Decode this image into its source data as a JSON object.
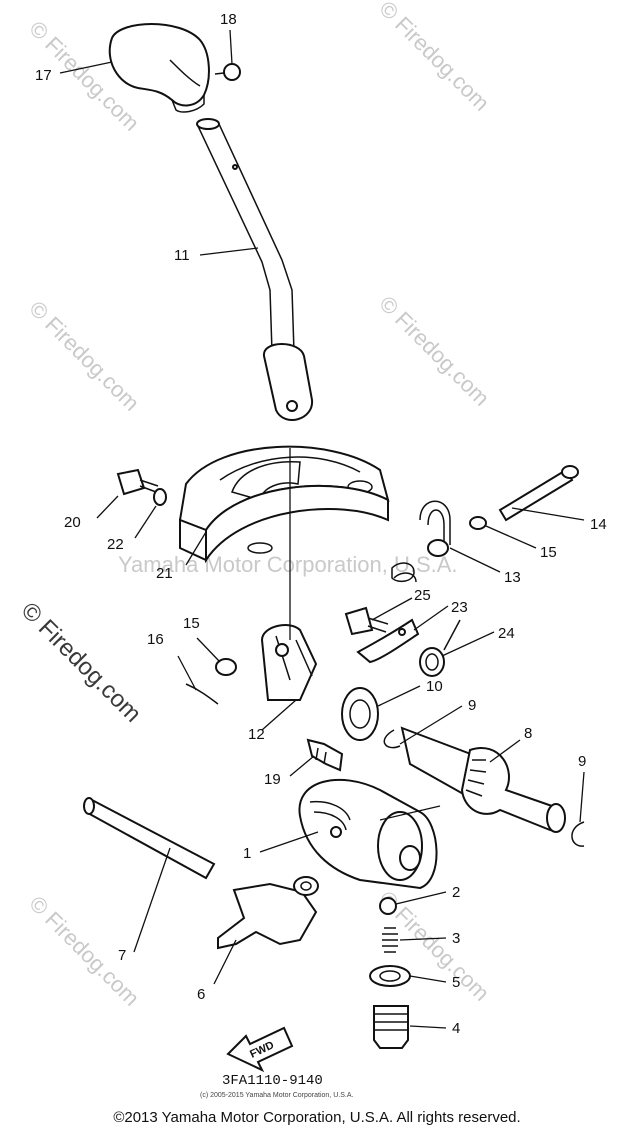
{
  "watermark": "© Firedog.com",
  "side_watermark": "© Firedog.com",
  "center_watermark": "Yamaha Motor Corporation, U.S.A.",
  "part_number": "3FA1110-9140",
  "fine_print": "(c) 2005-2015 Yamaha Motor Corporation, U.S.A.",
  "fwd_label": "FWD",
  "copyright": "©2013 Yamaha Motor Corporation, U.S.A. All rights reserved.",
  "callouts": {
    "c17": "17",
    "c18": "18",
    "c11": "11",
    "c20": "20",
    "c22": "22",
    "c21": "21",
    "c14": "14",
    "c15a": "15",
    "c13": "13",
    "c25": "25",
    "c23": "23",
    "c24": "24",
    "c16": "16",
    "c15b": "15",
    "c10": "10",
    "c9a": "9",
    "c12": "12",
    "c8": "8",
    "c9b": "9",
    "c19": "19",
    "c1": "1",
    "c2": "2",
    "c3": "3",
    "c7": "7",
    "c5": "5",
    "c6": "6",
    "c4": "4"
  }
}
